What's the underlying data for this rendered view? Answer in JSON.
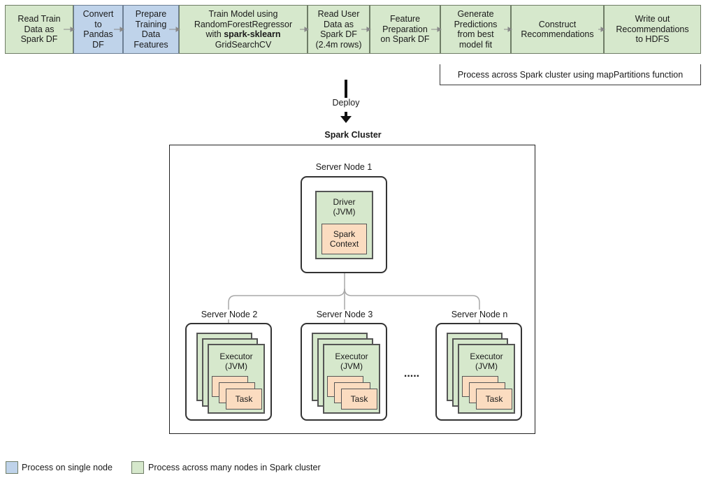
{
  "pipeline": {
    "steps": [
      {
        "label": "Read Train\nData as\nSpark DF",
        "kind": "green"
      },
      {
        "label": "Convert\nto\nPandas\nDF",
        "kind": "blue"
      },
      {
        "label": "Prepare\nTraining\nData\nFeatures",
        "kind": "blue"
      },
      {
        "label": "Train Model using\nRandomForestRegressor\nwith ",
        "bold": "spark-sklearn",
        "label_tail": "\nGridSearchCV",
        "kind": "green"
      },
      {
        "label": "Read User\nData as\nSpark DF\n(2.4m rows)",
        "kind": "green"
      },
      {
        "label": "Feature\nPreparation\non Spark DF",
        "kind": "green"
      },
      {
        "label": "Generate\nPredictions\nfrom best\nmodel fit",
        "kind": "green"
      },
      {
        "label": "Construct\nRecommendations",
        "kind": "green"
      },
      {
        "label": "Write out\nRecommendations\nto HDFS",
        "kind": "green"
      }
    ],
    "bracket_label": "Process across Spark cluster using mapPartitions function"
  },
  "deploy_label": "Deploy",
  "cluster": {
    "title": "Spark Cluster",
    "driver_node": {
      "title": "Server Node 1",
      "driver": "Driver\n(JVM)",
      "context": "Spark\nContext"
    },
    "executor_nodes": [
      {
        "title": "Server Node 2",
        "executor": "Executor\n(JVM)",
        "task": "Task"
      },
      {
        "title": "Server Node 3",
        "executor": "Executor\n(JVM)",
        "task": "Task"
      },
      {
        "title": "Server Node n",
        "executor": "Executor\n(JVM)",
        "task": "Task"
      }
    ],
    "ellipsis": "....."
  },
  "legend": {
    "single_node": "Process on single node",
    "many_nodes": "Process across many nodes in Spark cluster"
  },
  "colors": {
    "green": "#d6e8cc",
    "blue": "#bfd3ea",
    "peach": "#fbdcc0"
  }
}
